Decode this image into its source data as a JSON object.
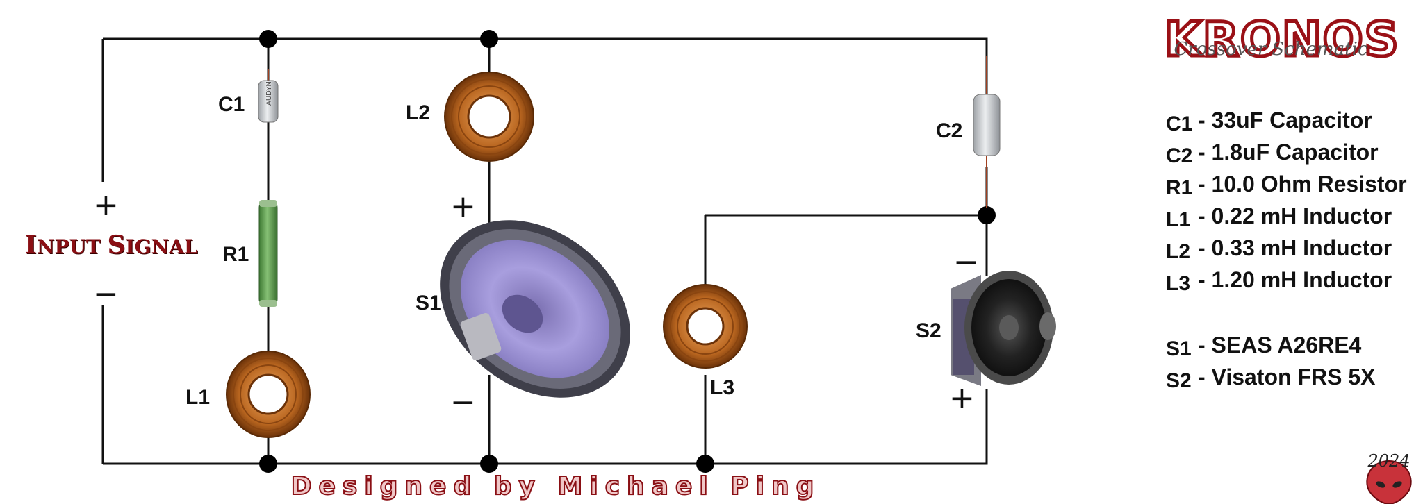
{
  "brand": {
    "name": "KRONOS",
    "subtitle": "Crossover Schematic"
  },
  "input_signal": {
    "first_letter": "I",
    "rest_first": "NPUT ",
    "second_letter": "S",
    "rest_second": "IGNAL"
  },
  "polarity": {
    "plus": "+",
    "minus": "−"
  },
  "components": {
    "c1": "C1",
    "c2": "C2",
    "r1": "R1",
    "l1": "L1",
    "l2": "L2",
    "l3": "L3",
    "s1": "S1",
    "s2": "S2"
  },
  "legend": {
    "parts": [
      {
        "code": "C1",
        "desc": "- 33uF Capacitor"
      },
      {
        "code": "C2",
        "desc": "- 1.8uF Capacitor"
      },
      {
        "code": "R1",
        "desc": "- 10.0 Ohm Resistor"
      },
      {
        "code": "L1",
        "desc": "- 0.22 mH Inductor"
      },
      {
        "code": "L2",
        "desc": "- 0.33 mH Inductor"
      },
      {
        "code": "L3",
        "desc": "- 1.20 mH Inductor"
      }
    ],
    "drivers": [
      {
        "code": "S1",
        "desc": "- SEAS A26RE4"
      },
      {
        "code": "S2",
        "desc": "- Visaton FRS 5X"
      }
    ]
  },
  "credit": "Designed by Michael Ping",
  "year": "2024",
  "colors": {
    "wire": "#111111",
    "coil_copper": "#b8651f",
    "coil_dark": "#6b3209",
    "resistor_green": "#5e9a4e",
    "capacitor_silver": "#c9ccd0",
    "woofer_cone": "#9a8fcf",
    "woofer_frame": "#4a4a56",
    "tweeter_cone": "#2a2a2a",
    "brand_red": "#9a1016"
  }
}
